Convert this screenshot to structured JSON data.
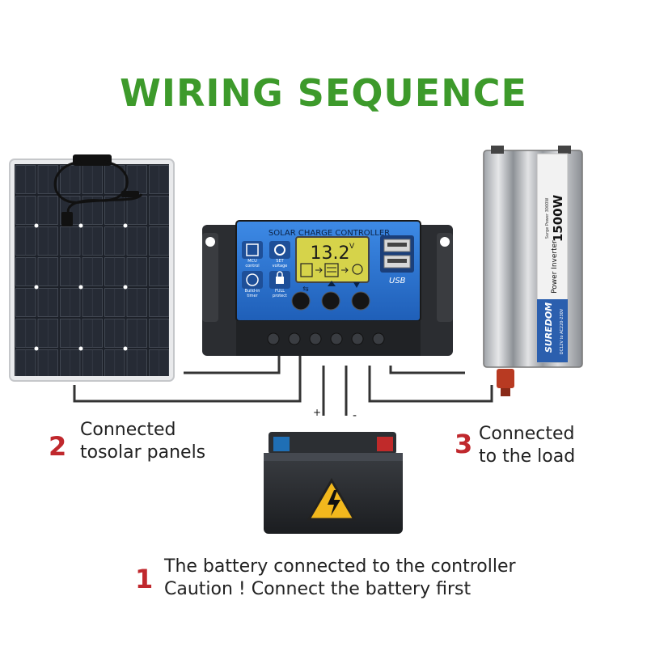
{
  "title": "WIRING SEQUENCE",
  "controller": {
    "header": "SOLAR CHARGE CONTROLLER",
    "lcd_value": "13.2",
    "lcd_unit": "V",
    "usb_label": "USB",
    "icons": [
      {
        "name": "mcu-icon",
        "line1": "MCU",
        "line2": "control"
      },
      {
        "name": "set-icon",
        "line1": "SET",
        "line2": "voltage"
      },
      {
        "name": "timer-icon",
        "line1": "Build-in",
        "line2": "timer"
      },
      {
        "name": "protect-icon",
        "line1": "FULL",
        "line2": "protect"
      }
    ]
  },
  "inverter": {
    "wattage": "1500W",
    "model_text": "Power Inverter",
    "brand": "SUREDOM",
    "spec_text": "DC12V to AC220-230V",
    "small_text": "Surge Power 3000W"
  },
  "battery": {
    "plus": "+",
    "minus": "-"
  },
  "steps": [
    {
      "num": "2",
      "lines": [
        "Connected",
        "tosolar panels"
      ]
    },
    {
      "num": "3",
      "lines": [
        "Connected",
        "to the load"
      ]
    },
    {
      "num": "1",
      "lines": [
        "The battery connected to the controller",
        "Caution ! Connect the battery first"
      ]
    }
  ],
  "colors": {
    "title_green": "#3d9a2b",
    "step_red": "#c0282d",
    "controller_blue": "#2f79d8",
    "lcd_yellow": "#d6d34a"
  }
}
